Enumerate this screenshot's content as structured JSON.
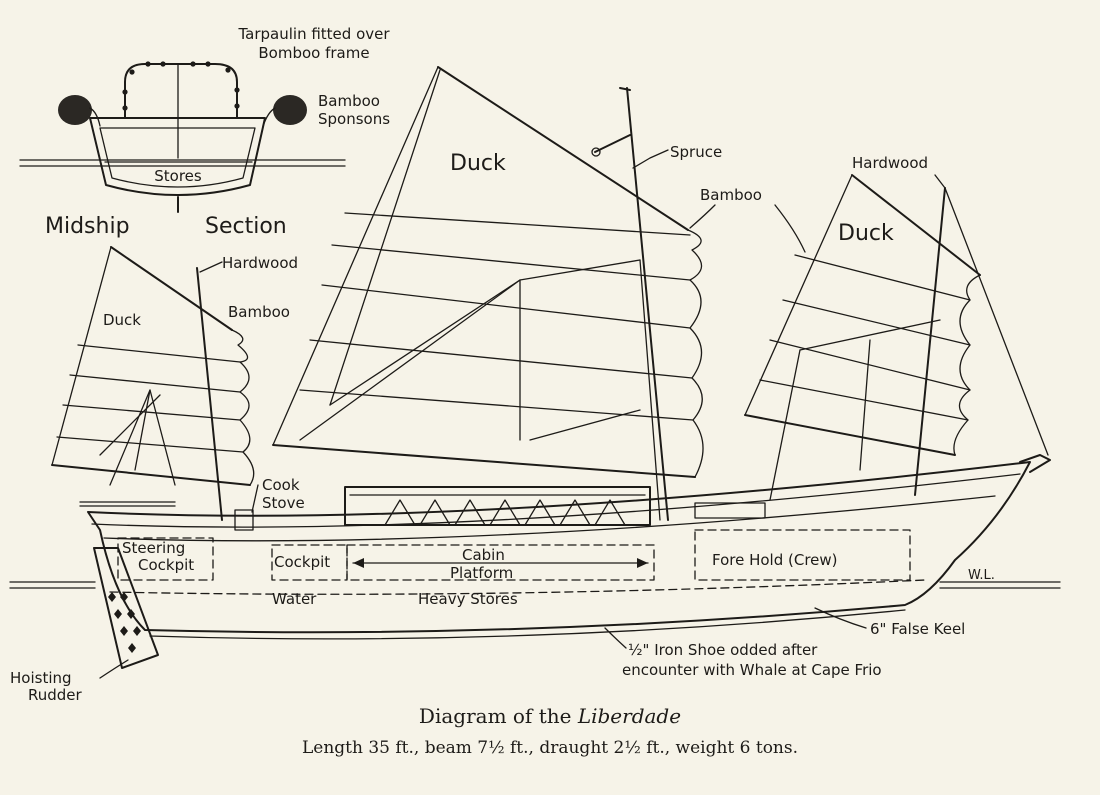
{
  "labels": {
    "tarpaulin": "Tarpaulin fitted over",
    "bamboo_frame": "Bomboo frame",
    "bamboo_sponsons_1": "Bamboo",
    "bamboo_sponsons_2": "Sponsons",
    "stores": "Stores",
    "midship": "Midship",
    "section": "Section",
    "duck_main": "Duck",
    "spruce": "Spruce",
    "bamboo_main": "Bamboo",
    "hardwood_fore": "Hardwood",
    "duck_fore": "Duck",
    "hardwood_mizzen": "Hardwood",
    "duck_mizzen": "Duck",
    "bamboo_mizzen": "Bamboo",
    "cook_1": "Cook",
    "cook_2": "Stove",
    "steering_1": "Steering",
    "steering_2": "Cockpit",
    "cockpit": "Cockpit",
    "cabin": "Cabin",
    "platform": "Platform",
    "fore_hold": "Fore Hold (Crew)",
    "wl": "W.L.",
    "water": "Water",
    "heavy_stores": "Heavy Stores",
    "false_keel": "6\" False Keel",
    "iron_shoe_1": "½\" Iron Shoe odded after",
    "iron_shoe_2": "encounter with Whale at Cape Frio",
    "hoisting": "Hoisting",
    "rudder": "Rudder"
  },
  "caption": {
    "title_prefix": "Diagram of the ",
    "title_name": "Liberdade",
    "subtitle": "Length 35 ft., beam 7½ ft., draught 2½ ft., weight 6 tons."
  }
}
